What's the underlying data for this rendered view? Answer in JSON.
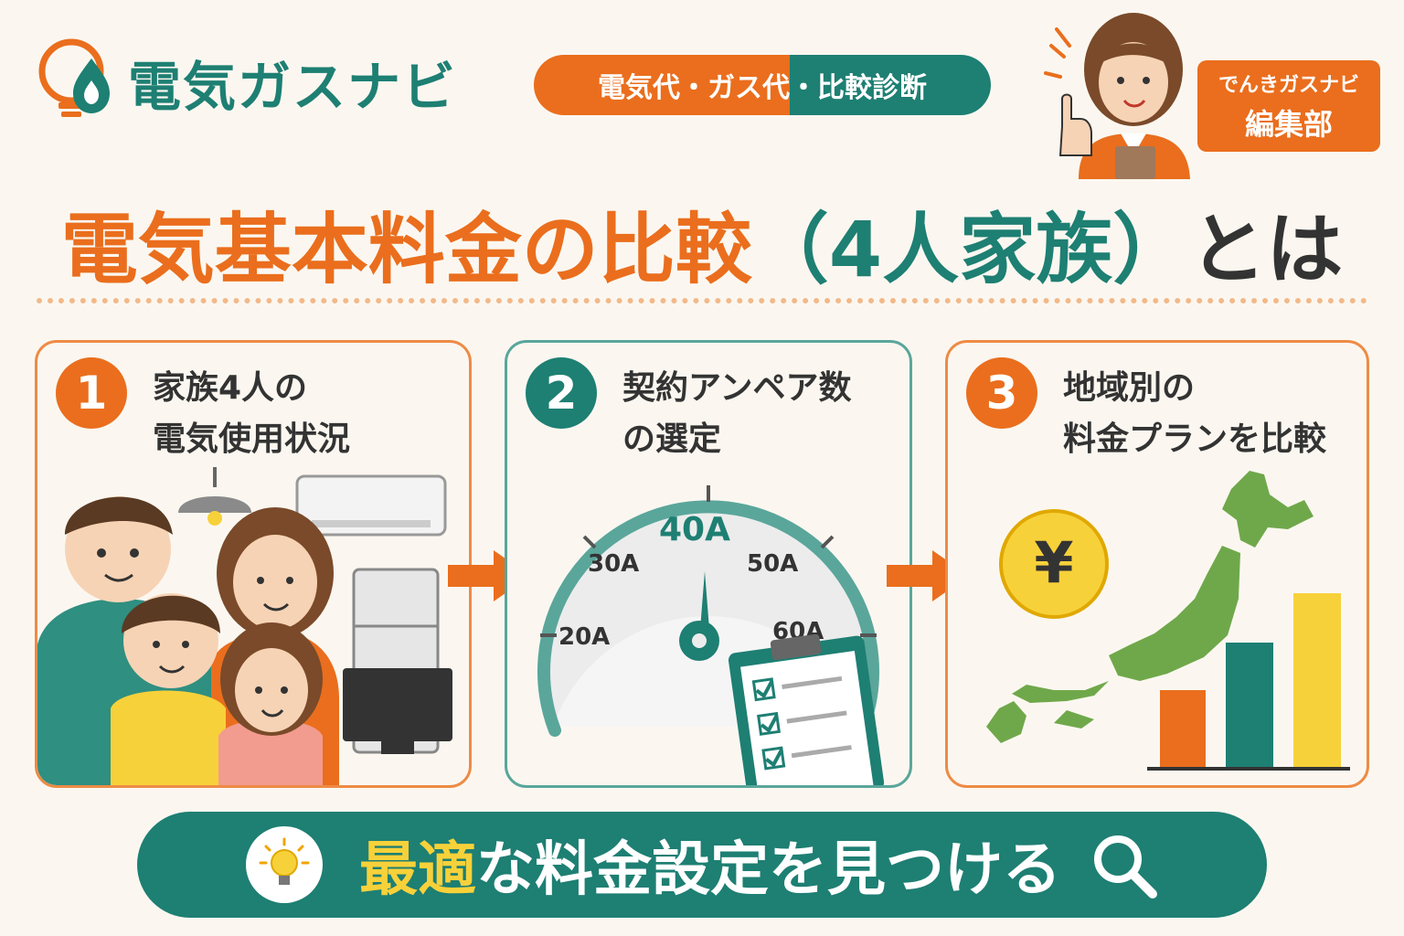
{
  "header": {
    "logo_text": "電気ガスナビ",
    "tagline": "電気代・ガス代・比較診断",
    "editor_line1": "でんきガスナビ",
    "editor_line2": "編集部"
  },
  "title": {
    "part1": "電気基本料金の比較",
    "part2": "（4人家族）",
    "part3": "とは"
  },
  "steps": [
    {
      "number": "1",
      "line1": "家族4人の",
      "line2": "電気使用状況"
    },
    {
      "number": "2",
      "line1": "契約アンペア数",
      "line2": "の選定"
    },
    {
      "number": "3",
      "line1": "地域別の",
      "line2": "料金プランを比較"
    }
  ],
  "gauge": {
    "labels": [
      "20A",
      "30A",
      "40A",
      "50A",
      "60A"
    ],
    "selected": "40A"
  },
  "yen_symbol": "¥",
  "bar_chart": {
    "values": [
      0.45,
      0.65,
      0.9
    ]
  },
  "banner": {
    "highlight": "最適",
    "rest": "な料金設定を見つける"
  },
  "colors": {
    "orange": "#ea6e1d",
    "teal": "#1e7f73",
    "yellow": "#f7d13a",
    "green": "#6fa84a"
  }
}
